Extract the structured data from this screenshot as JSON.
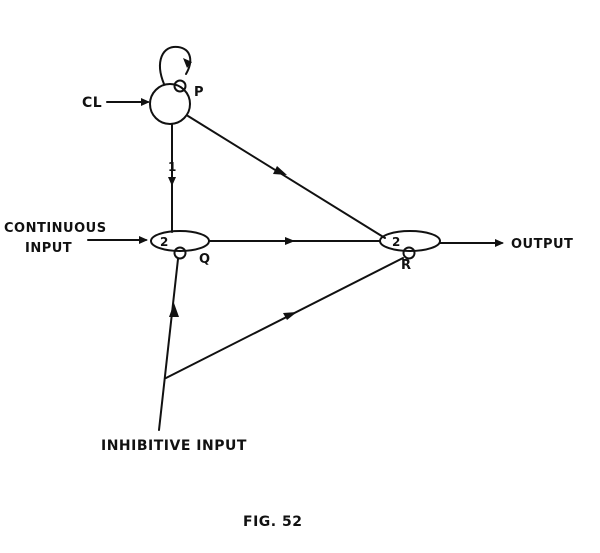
{
  "diagram": {
    "labels": {
      "cl": "CL",
      "continuous_1": "CONTINUOUS",
      "continuous_2": "INPUT",
      "inhibitive": "INHIBITIVE INPUT",
      "output": "OUTPUT",
      "neuron_p": "P",
      "neuron_q": "Q",
      "neuron_r": "R",
      "threshold_q": "2",
      "threshold_r": "2",
      "p_to_q_weight": "1"
    },
    "caption": "FIG. 52"
  }
}
